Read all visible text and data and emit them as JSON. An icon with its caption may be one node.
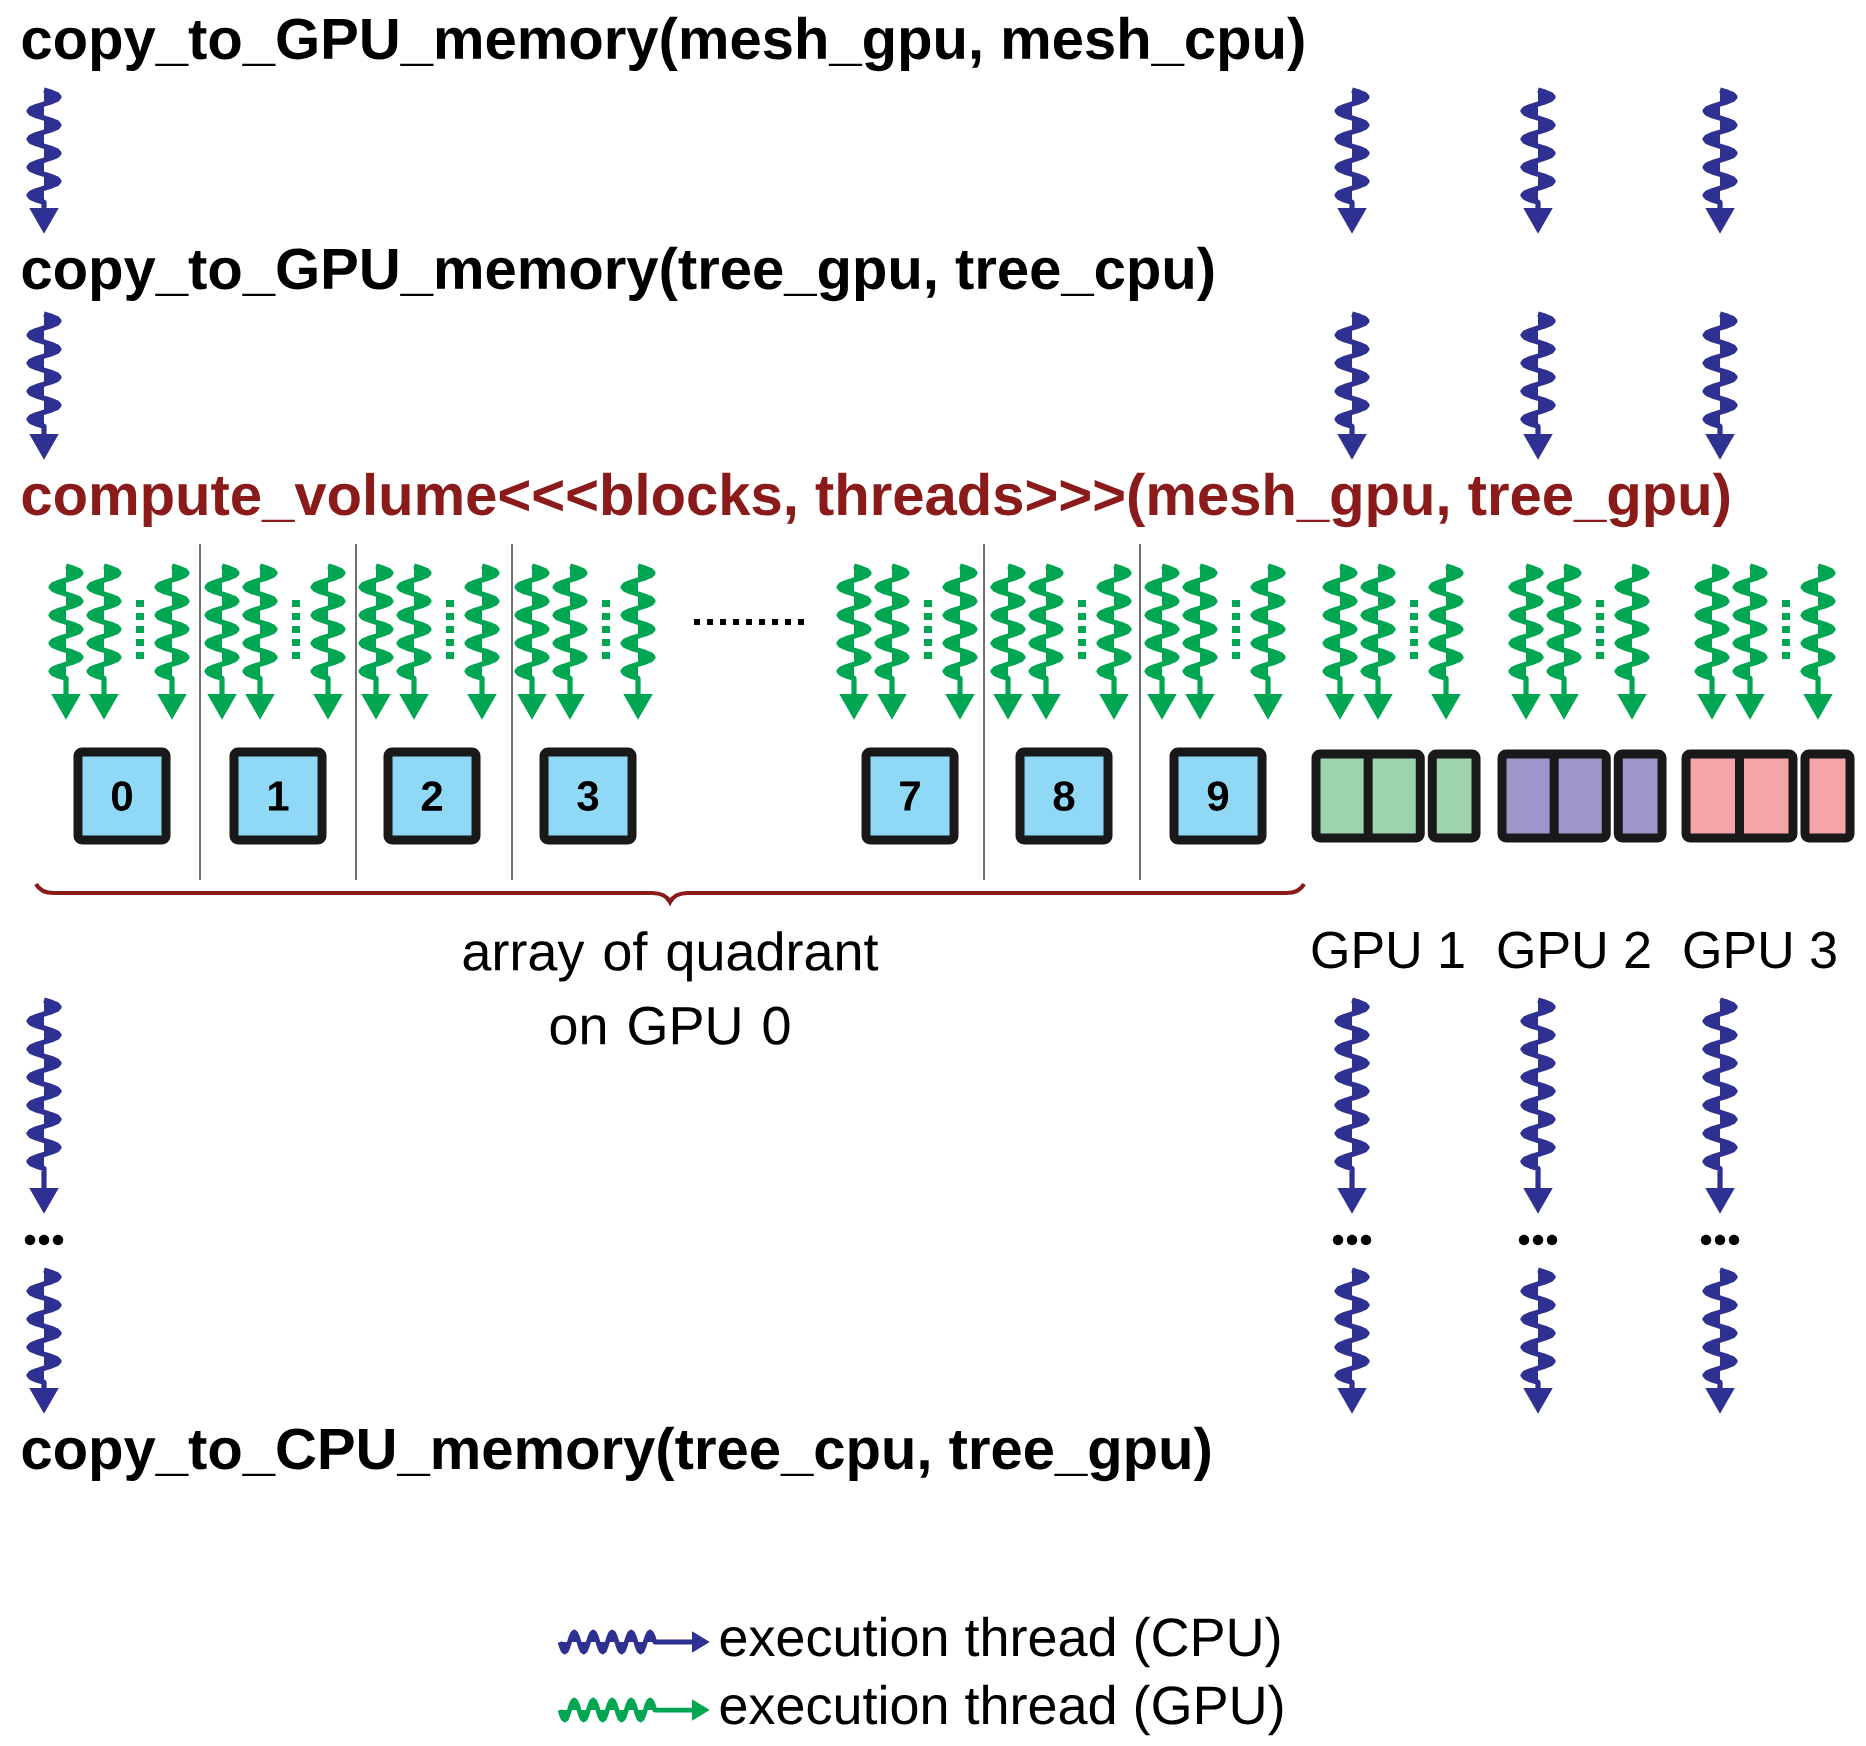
{
  "diagram": {
    "nodes": [
      {
        "text": [
          "copy_to_GPU_memory(mesh_gpu, mesh_cpu)"
        ]
      },
      {
        "text": [
          "copy_to_GPU_memory(tree_gpu, tree_cpu)"
        ]
      },
      {
        "text": [
          "compute_volume<<<blocks, threads>>>(mesh_gpu, tree_gpu)"
        ]
      },
      {
        "text": [
          "0"
        ]
      },
      {
        "text": [
          "1"
        ]
      },
      {
        "text": [
          "2"
        ]
      },
      {
        "text": [
          "3"
        ]
      },
      {
        "text": [
          "7"
        ]
      },
      {
        "text": [
          "8"
        ]
      },
      {
        "text": [
          "9"
        ]
      },
      {
        "text": [],
        "shape": "box",
        "beside": [
          "GPU 1"
        ]
      },
      {
        "text": [],
        "shape": "box",
        "beside": [
          "GPU 2"
        ]
      },
      {
        "text": [],
        "shape": "box",
        "beside": [
          "GPU 3"
        ]
      },
      {
        "text": [
          "copy_to_CPU_memory(tree_cpu, tree_gpu)"
        ]
      }
    ],
    "labels": [
      "array of quadrant on GPU 0"
    ],
    "legend": [
      {
        "text": "execution thread (CPU)"
      },
      {
        "text": "execution thread (GPU)"
      }
    ]
  }
}
